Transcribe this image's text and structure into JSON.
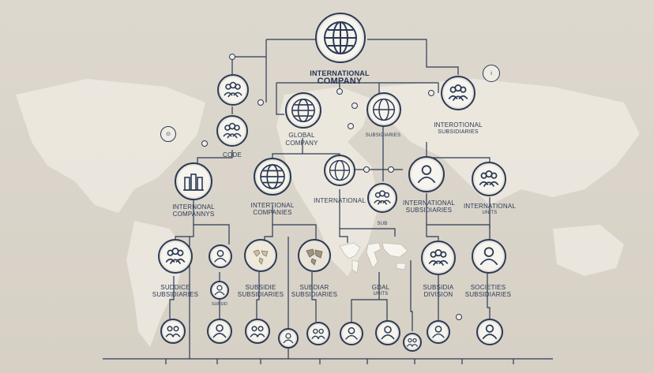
{
  "header": {
    "title_line1": "INTERNATIONAL",
    "title_line2": "COMPANY"
  },
  "labels": {
    "global": "GLOBAL",
    "global_company": "COMPANY",
    "code_top": "CODE",
    "mid_right_top": "INTEROTIONAL",
    "mid_right_top2": "SUBSIDIARIES",
    "under_globe2": "SUBSIDIARIES",
    "row2_left1": "INTERNONAL",
    "row2_left2": "COMPANNYS",
    "row2_mid1": "INTERTIONAL",
    "row2_mid2": "COMPANIES",
    "row2_center": "INTERNATIONAL",
    "row2_right1": "INTERNATIONAL",
    "row2_right2": "SUBSIDIARIES",
    "row2_far_right1": "INTERNATIONAL",
    "row2_far_right2": "UNITS",
    "row3_left1": "SUDDICE",
    "row3_left2": "SUBSIDIARIES",
    "row3_mid1": "SUBSIDIE",
    "row3_mid2": "SUBSIDIARIES",
    "row3_c1": "SUBDIAR",
    "row3_c2": "SUBSIDIARIES",
    "row3_r1": "GDAL",
    "row3_r2": "UNITS",
    "row3_rr1": "SUBSIDIA",
    "row3_rr2": "DIVISION",
    "row3_far1": "SOCIETIES",
    "row3_far2": "SUBSIDIARIES",
    "small_ctr": "SUB",
    "small_left": "SUBSID"
  }
}
